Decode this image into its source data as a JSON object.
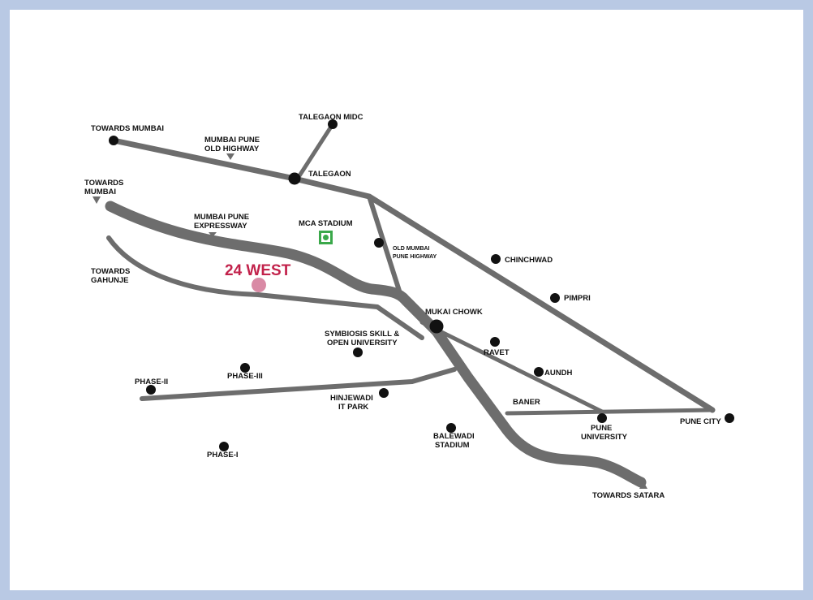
{
  "colors": {
    "road": "#6d6d6d",
    "point": "#111111",
    "project_label": "#c2224b",
    "project_marker": "#d98aa5",
    "stadium": "#3aa84a",
    "border": "#b9c9e4"
  },
  "project": {
    "name": "24 WEST"
  },
  "labels": {
    "towards_mumbai_top": "TOWARDS MUMBAI",
    "talegaon_midc": "TALEGAON MIDC",
    "mumbai_pune_old_1": "MUMBAI PUNE",
    "mumbai_pune_old_2": "OLD HIGHWAY",
    "talegaon": "TALEGAON",
    "towards_mumbai_left_1": "TOWARDS",
    "towards_mumbai_left_2": "MUMBAI",
    "expressway_1": "MUMBAI PUNE",
    "expressway_2": "EXPRESSWAY",
    "mca_stadium": "MCA STADIUM",
    "old_mumbai_pune_1": "OLD MUMBAI",
    "old_mumbai_pune_2": "PUNE HIGHWAY",
    "chinchwad": "CHINCHWAD",
    "towards_gahunje_1": "TOWARDS",
    "towards_gahunje_2": "GAHUNJE",
    "pimpri": "PIMPRI",
    "mukai_chowk": "MUKAI CHOWK",
    "symbiosis_1": "SYMBIOSIS SKILL &",
    "symbiosis_2": "OPEN UNIVERSITY",
    "ravet": "RAVET",
    "aundh": "AUNDH",
    "phase_3": "PHASE-III",
    "phase_2": "PHASE-II",
    "hinjewadi_1": "HINJEWADI",
    "hinjewadi_2": "IT PARK",
    "baner": "BANER",
    "pune_city": "PUNE CITY",
    "balewadi_1": "BALEWADI",
    "balewadi_2": "STADIUM",
    "pune_university_1": "PUNE",
    "pune_university_2": "UNIVERSITY",
    "phase_1": "PHASE-I",
    "towards_satara": "TOWARDS SATARA"
  }
}
